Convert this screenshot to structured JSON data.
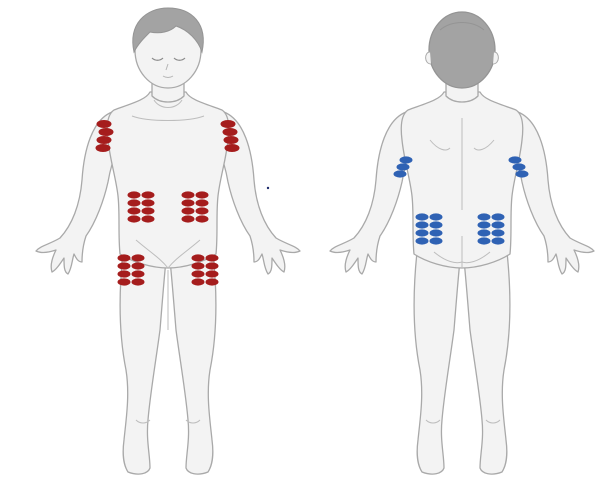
{
  "figure": {
    "views": [
      {
        "id": "front",
        "site_color": "#a51d1d"
      },
      {
        "id": "back",
        "site_color": "#2f62b4"
      }
    ],
    "colors": {
      "skin": "#f3f3f3",
      "outline": "#a9a9a9",
      "hair": "#a3a3a3",
      "front_sites": "#a51d1d",
      "back_sites": "#2f62b4"
    },
    "site_groups": {
      "front": [
        "left-upper-arm",
        "right-upper-arm",
        "left-abdomen",
        "right-abdomen",
        "left-thigh",
        "right-thigh"
      ],
      "back": [
        "left-upper-arm",
        "right-upper-arm",
        "left-buttock",
        "right-buttock"
      ]
    }
  }
}
